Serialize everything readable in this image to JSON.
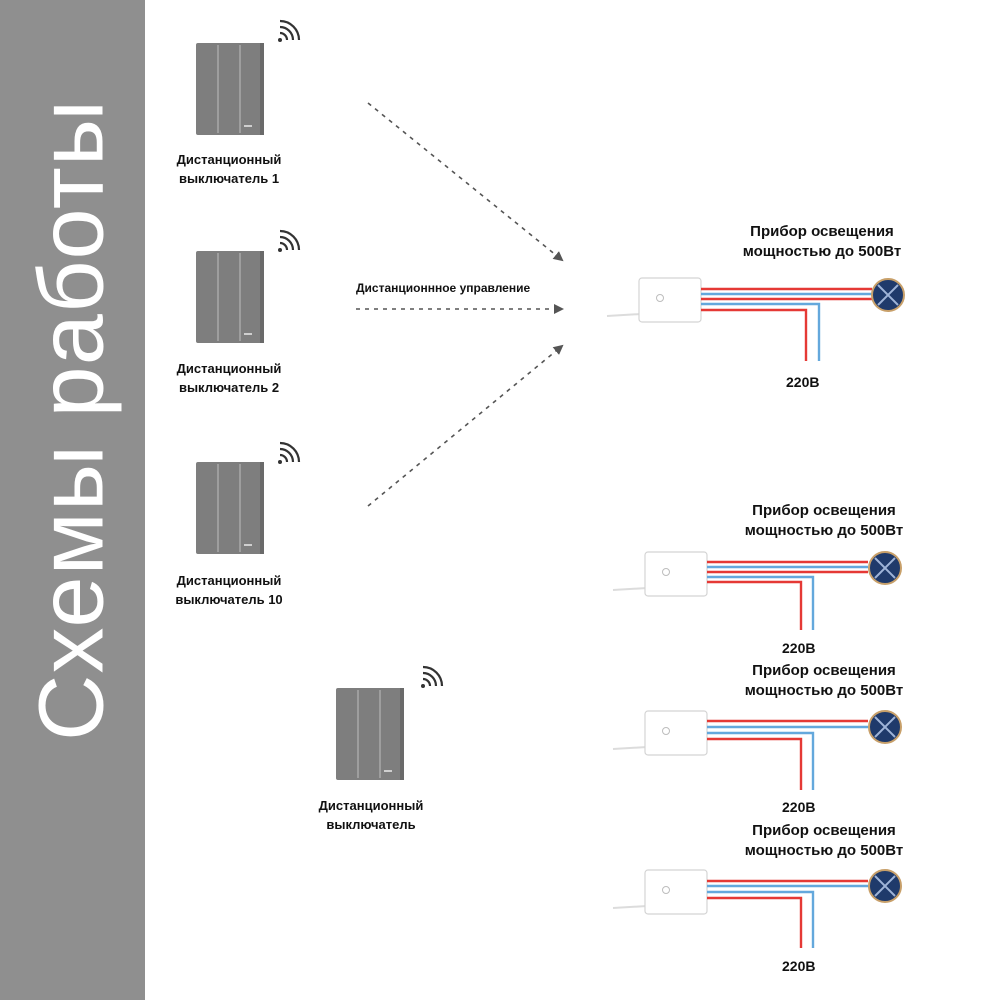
{
  "side_title": "Схемы работы",
  "remote_control_label": "Дистанционнное управление",
  "switches": [
    {
      "line1": "Дистанционный",
      "line2": "выключатель 1"
    },
    {
      "line1": "Дистанционный",
      "line2": "выключатель 2"
    },
    {
      "line1": "Дистанционный",
      "line2": "выключатель 10"
    },
    {
      "line1": "Дистанционный",
      "line2": "выключатель"
    }
  ],
  "devices": [
    {
      "line1": "Прибор освещения",
      "line2": "мощностью до 500Вт",
      "voltage": "220В"
    },
    {
      "line1": "Прибор освещения",
      "line2": "мощностью до 500Вт",
      "voltage": "220В"
    },
    {
      "line1": "Прибор освещения",
      "line2": "мощностью до 500Вт",
      "voltage": "220В"
    },
    {
      "line1": "Прибор освещения",
      "line2": "мощностью до 500Вт",
      "voltage": "220В"
    }
  ],
  "colors": {
    "band": "#8f8f8f",
    "switch_body": "#7e7e7e",
    "wire_red": "#e53935",
    "wire_blue": "#64a8dc",
    "lamp_fill": "#1f3a6b",
    "lamp_ring": "#c8a06a",
    "arrow": "#555555"
  },
  "icons": [
    "wifi-signal-icon",
    "lamp-icon",
    "receiver-module-icon"
  ]
}
